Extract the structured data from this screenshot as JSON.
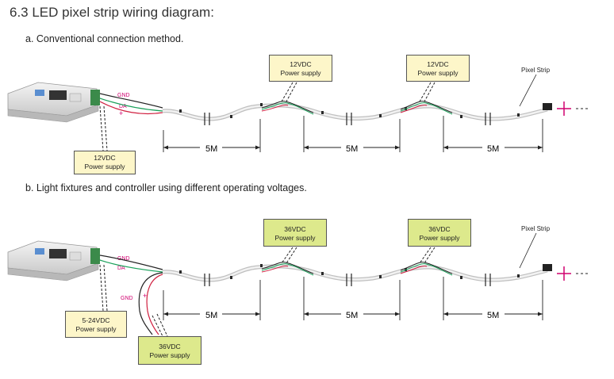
{
  "heading": "6.3 LED pixel strip wiring diagram:",
  "section_a": {
    "title": "a.  Conventional connection method.",
    "wire_labels": {
      "gnd": "GND",
      "da": "DA",
      "plus": "+"
    },
    "controller_supply": {
      "line1": "12VDC",
      "line2": "Power supply"
    },
    "strip_supplies": [
      {
        "line1": "12VDC",
        "line2": "Power supply"
      },
      {
        "line1": "12VDC",
        "line2": "Power supply"
      }
    ],
    "segments": [
      "5M",
      "5M",
      "5M"
    ],
    "strip_label": "Pixel Strip"
  },
  "section_b": {
    "title": "b.  Light fixtures and controller using different operating voltages.",
    "wire_labels": {
      "gnd": "GND",
      "da": "DA",
      "gnd2": "GND",
      "plus2": "+"
    },
    "controller_supply": {
      "line1": "5-24VDC",
      "line2": "Power supply"
    },
    "strip_power_supply": {
      "line1": "36VDC",
      "line2": "Power supply"
    },
    "strip_supplies": [
      {
        "line1": "36VDC",
        "line2": "Power supply"
      },
      {
        "line1": "36VDC",
        "line2": "Power supply"
      }
    ],
    "segments": [
      "5M",
      "5M",
      "5M"
    ],
    "strip_label": "Pixel Strip"
  },
  "colors": {
    "wire_gnd": "#222222",
    "wire_data": "#1aa05a",
    "wire_plus": "#d02040",
    "label_magenta": "#d0006f",
    "box_light": "#fdf6c9",
    "box_green": "#dde98c"
  }
}
